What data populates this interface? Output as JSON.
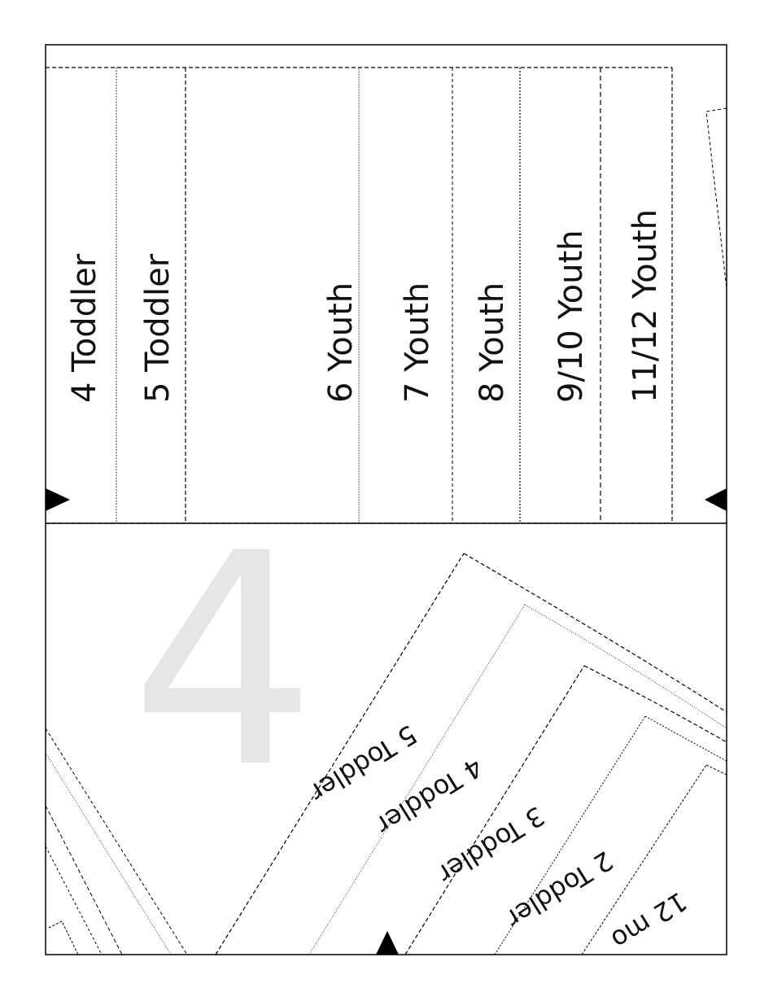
{
  "page_number": "4",
  "strips_upper": [
    {
      "label": "4 Toddler"
    },
    {
      "label": "5 Toddler"
    },
    {
      "label": "6 Youth"
    },
    {
      "label": "7 Youth"
    },
    {
      "label": "8 Youth"
    },
    {
      "label": "9/10 Youth"
    },
    {
      "label": "11/12 Youth"
    }
  ],
  "strips_lower": [
    {
      "label": "5 Toddler"
    },
    {
      "label": "4 Toddler"
    },
    {
      "label": "3 Toddler"
    },
    {
      "label": "2 Toddler"
    },
    {
      "label": "12 mo"
    }
  ]
}
